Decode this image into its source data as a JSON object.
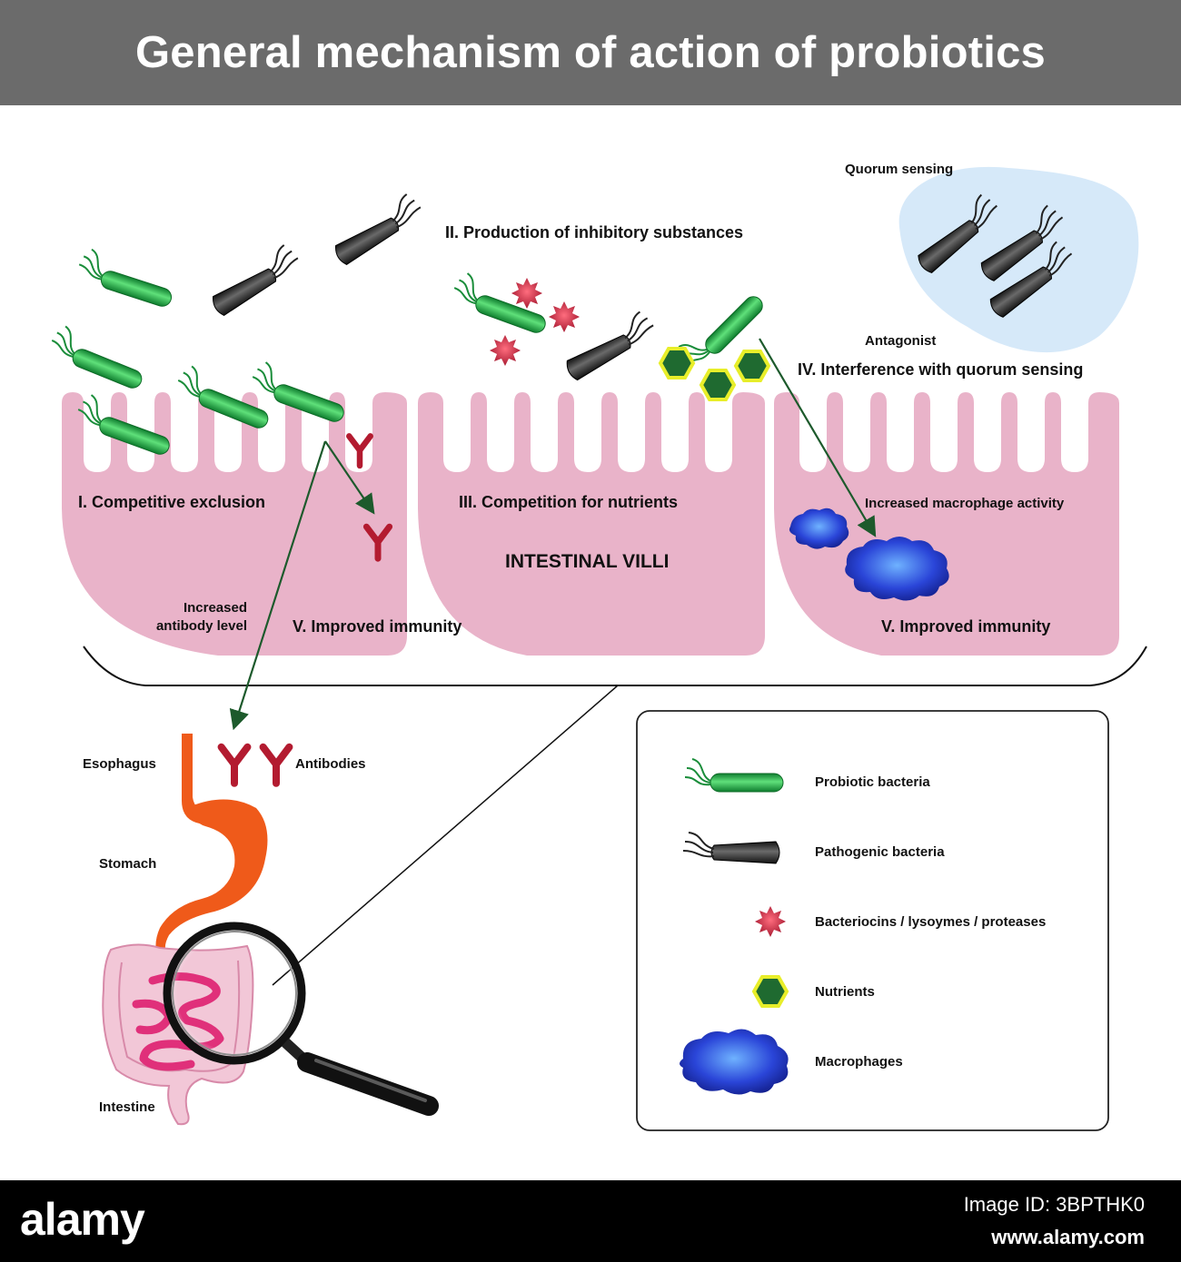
{
  "title": "General mechanism of action of probiotics",
  "labels": {
    "quorum_sensing": "Quorum sensing",
    "production_inhibitory": "II. Production of inhibitory substances",
    "antagonist": "Antagonist",
    "interference_quorum": "IV. Interference with quorum sensing",
    "competitive_exclusion": "I. Competitive exclusion",
    "competition_nutrients": "III. Competition for nutrients",
    "macrophage_activity": "Increased macrophage activity",
    "intestinal_villi": "INTESTINAL VILLI",
    "increased_antibody_1": "Increased",
    "increased_antibody_2": "antibody level",
    "improved_immunity_left": "V. Improved immunity",
    "improved_immunity_right": "V. Improved immunity",
    "esophagus": "Esophagus",
    "antibodies": "Antibodies",
    "stomach": "Stomach",
    "intestine": "Intestine"
  },
  "legend": [
    {
      "label": "Probiotic bacteria",
      "icon": "probiotic-bacteria-icon"
    },
    {
      "label": "Pathogenic bacteria",
      "icon": "pathogenic-bacteria-icon"
    },
    {
      "label": "Bacteriocins / lysoymes / proteases",
      "icon": "bacteriocin-icon"
    },
    {
      "label": "Nutrients",
      "icon": "nutrient-icon"
    },
    {
      "label": "Macrophages",
      "icon": "macrophage-icon"
    }
  ],
  "colors": {
    "header": "#6b6b6b",
    "villi": "#e9b3c9",
    "probiotic": "#22b04a",
    "pathogen": "#2a2a2a",
    "bacteriocin": "#c8203d",
    "nutrient": "#1f6a30",
    "macrophage": "#1c3ed8",
    "antibody": "#b31b30",
    "stomach": "#ef5a1a",
    "arrow": "#1d5a2c"
  },
  "footer": {
    "brand": "alamy",
    "image_id": "Image ID: 3BPTHK0",
    "url": "www.alamy.com"
  }
}
